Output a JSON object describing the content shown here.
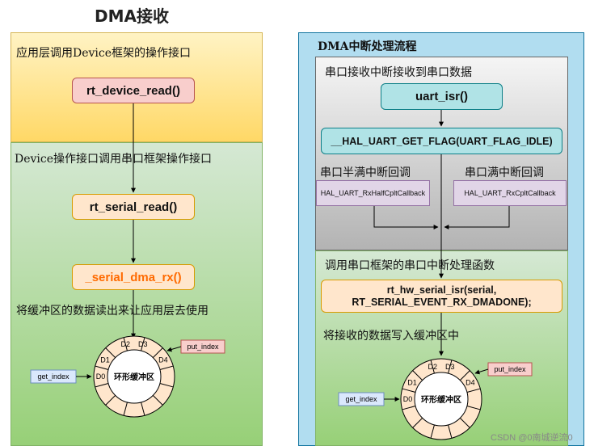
{
  "title": "DMA接收",
  "left": {
    "top_label": "应用层调用Device框架的操作接口",
    "rt_device_read": "rt_device_read()",
    "mid_label": "Device操作接口调用串口框架操作接口",
    "rt_serial_read": "rt_serial_read()",
    "serial_dma_rx": "_serial_dma_rx()",
    "buffer_label": "将缓冲区的数据读出来让应用层去使用",
    "ring": {
      "center": "环形缓冲区",
      "segments": [
        "D0",
        "D1",
        "D2",
        "D3",
        "D4"
      ],
      "put_index": "put_index",
      "get_index": "get_index"
    }
  },
  "right": {
    "header": "DMA中断处理流程",
    "gray_label": "串口接收中断接收到串口数据",
    "uart_isr": "uart_isr()",
    "get_flag": "__HAL_UART_GET_FLAG(UART_FLAG_IDLE)",
    "half_label": "串口半满中断回调",
    "full_label": "串口满中断回调",
    "half_cb": "HAL_UART_RxHalfCpltCallback",
    "full_cb": "HAL_UART_RxCpltCallback",
    "green_label": "调用串口框架的串口中断处理函数",
    "isr_line1": "rt_hw_serial_isr(serial,",
    "isr_line2": "RT_SERIAL_EVENT_RX_DMADONE);",
    "write_label": "将接收的数据写入缓冲区中",
    "ring": {
      "center": "环形缓冲区",
      "segments": [
        "D0",
        "D1",
        "D2",
        "D3",
        "D4"
      ],
      "put_index": "put_index",
      "get_index": "get_index"
    }
  },
  "watermark": "CSDN @0南城逆流0",
  "colors": {
    "orange_text": "#ff6a00",
    "panel_blue": "#b1ddf0"
  }
}
